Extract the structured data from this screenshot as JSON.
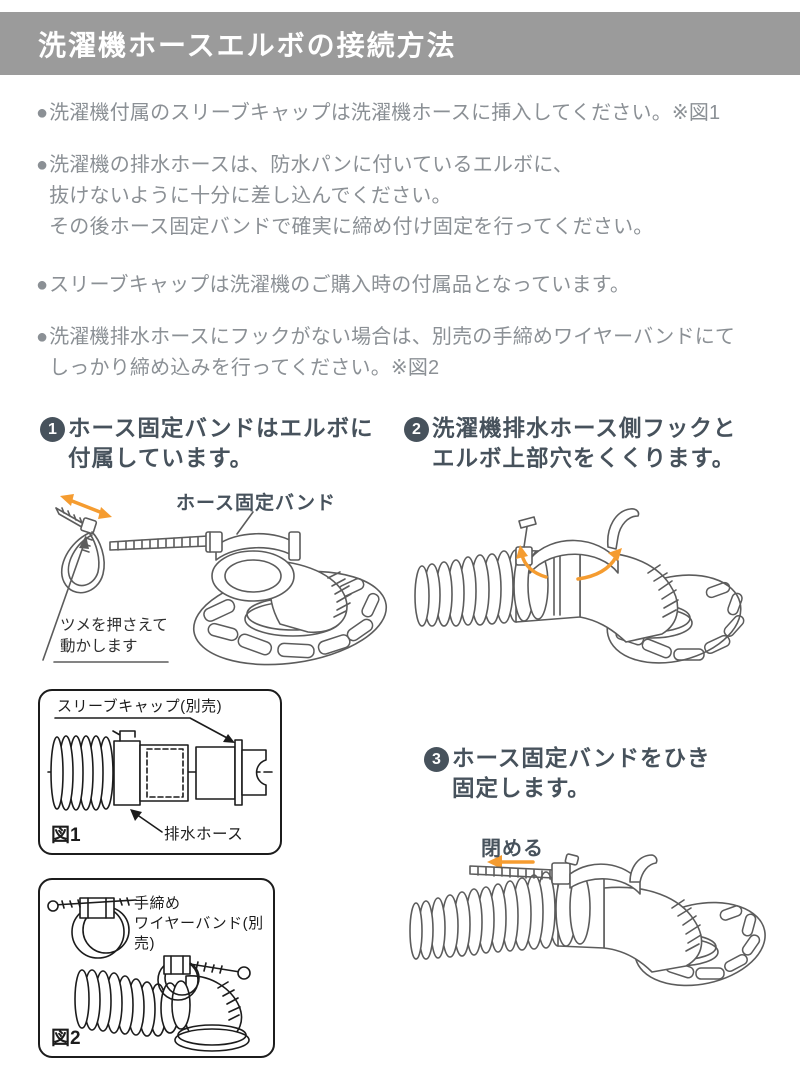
{
  "header": {
    "title": "洗濯機ホースエルボの接続方法",
    "bg_color": "#9b9b9b",
    "text_color": "#ffffff"
  },
  "bullet_char": "●",
  "notes": [
    {
      "text": "洗濯機付属のスリーブキャップは洗濯機ホースに挿入してください。※図1"
    },
    {
      "text": "洗濯機の排水ホースは、防水パンに付いているエルボに、\n抜けないように十分に差し込んでください。\nその後ホース固定バンドで確実に締め付け固定を行ってください。"
    },
    {
      "text": "スリーブキャップは洗濯機のご購入時の付属品となっています。"
    },
    {
      "text": "洗濯機排水ホースにフックがない場合は、別売の手締めワイヤーバンドにて\nしっかり締め込みを行ってください。※図2"
    }
  ],
  "steps": [
    {
      "number": "1",
      "text": "ホース固定バンドはエルボに\n付属しています。"
    },
    {
      "number": "2",
      "text": "洗濯機排水ホース側フックと\nエルボ上部穴をくくります。"
    },
    {
      "number": "3",
      "text": "ホース固定バンドをひき\n固定します。"
    }
  ],
  "step1_labels": {
    "band_label": "ホース固定バンド",
    "claw_note": "ツメを押さえて\n動かします"
  },
  "step3_labels": {
    "close_label": "閉める"
  },
  "fig1": {
    "title": "図1",
    "cap_label": "スリーブキャップ(別売)",
    "hose_label": "排水ホース"
  },
  "fig2": {
    "title": "図2",
    "band_label": "手締め\nワイヤーバンド(別売)"
  },
  "colors": {
    "accent_orange": "#f59c30",
    "heading_text": "#47525c",
    "body_text": "#8b9095",
    "header_bg": "#9b9b9b",
    "figure_line": "#1c1c1c",
    "illustration_line": "#5c5c5c"
  }
}
